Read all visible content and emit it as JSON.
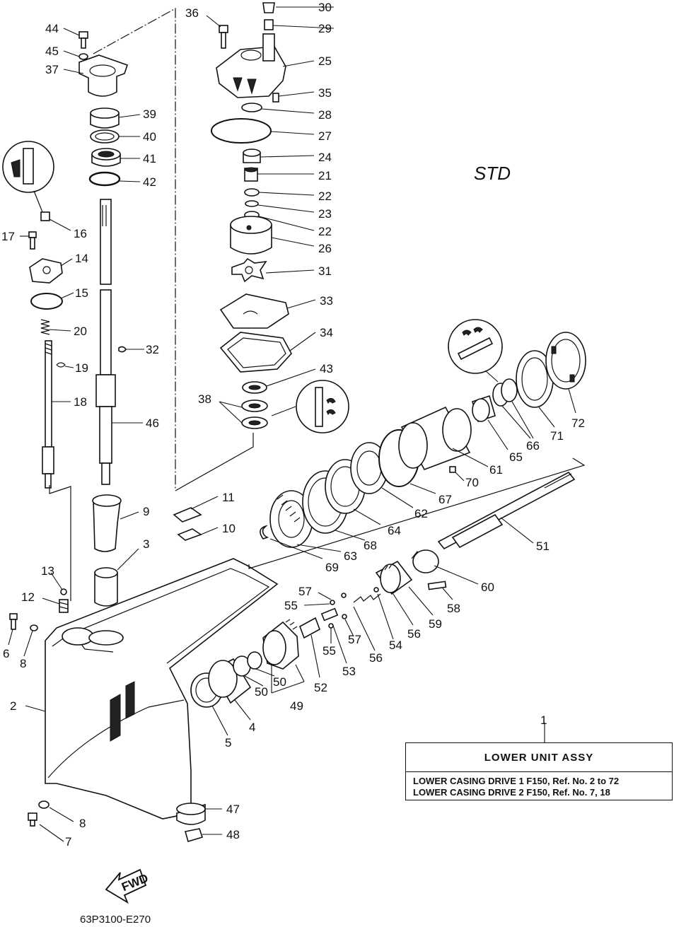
{
  "std_label": "STD",
  "assembly": {
    "ref_number": "1",
    "title": "LOWER UNIT ASSY",
    "lines": [
      "LOWER CASING DRIVE 1 F150, Ref. No. 2 to 72",
      "LOWER CASING DRIVE 2 F150, Ref. No. 7, 18"
    ]
  },
  "diagram_code": "63P3100-E270",
  "fwd_label": "FWD",
  "callouts": [
    "44",
    "45",
    "37",
    "39",
    "40",
    "41",
    "42",
    "16",
    "17",
    "14",
    "15",
    "20",
    "19",
    "18",
    "32",
    "46",
    "36",
    "30",
    "29",
    "25",
    "35",
    "28",
    "27",
    "24",
    "21",
    "22",
    "23",
    "22",
    "26",
    "31",
    "33",
    "34",
    "43",
    "38",
    "9",
    "11",
    "10",
    "3",
    "13",
    "12",
    "6",
    "8",
    "2",
    "8",
    "7",
    "47",
    "48",
    "4",
    "5",
    "50",
    "50",
    "49",
    "52",
    "53",
    "55",
    "57",
    "55",
    "57",
    "56",
    "54",
    "56",
    "59",
    "58",
    "60",
    "51",
    "69",
    "63",
    "68",
    "64",
    "62",
    "67",
    "61",
    "70",
    "65",
    "66",
    "71",
    "72"
  ]
}
